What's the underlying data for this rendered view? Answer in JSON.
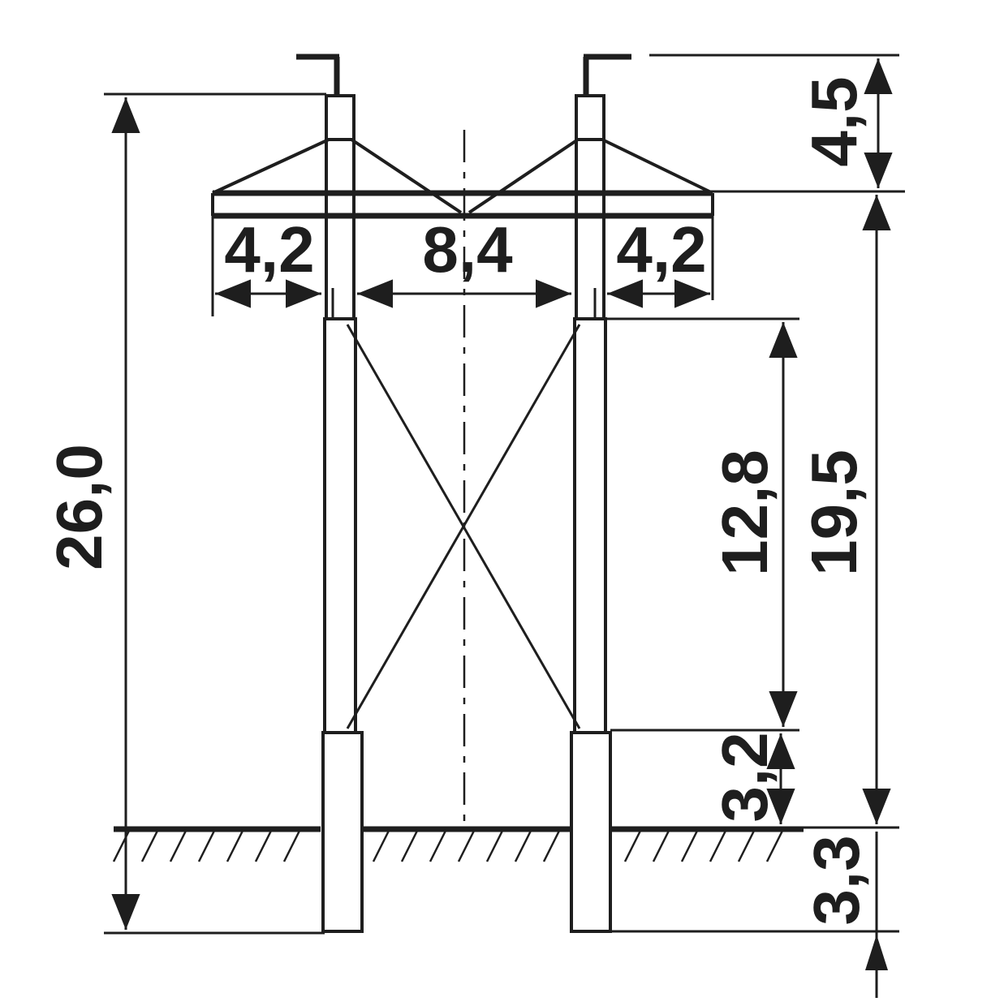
{
  "dimensions": {
    "total_height": "26,0",
    "top_height": "4,5",
    "left_cantilever": "4,2",
    "center_span": "8,4",
    "right_cantilever": "4,2",
    "brace_height": "12,8",
    "above_ground_height": "19,5",
    "lower_height": "3,2",
    "embedment_depth": "3,3"
  },
  "colors": {
    "ink": "#1e1e1e",
    "background": "#ffffff"
  }
}
